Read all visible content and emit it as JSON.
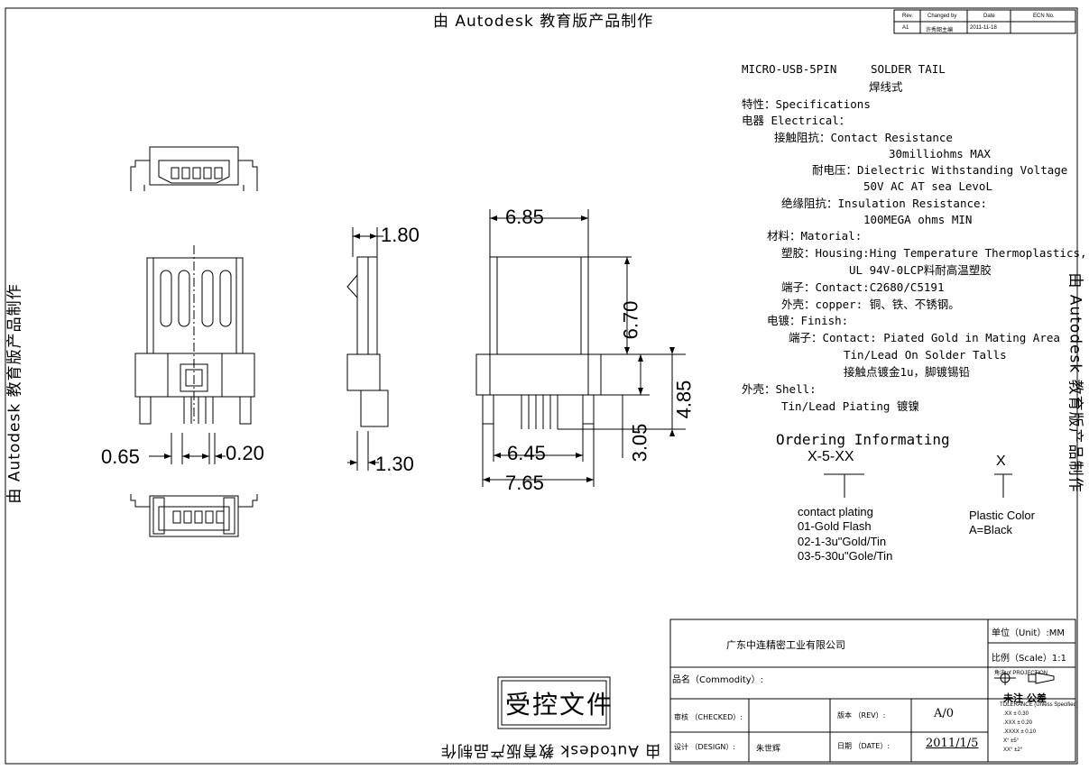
{
  "watermark": {
    "top": "由 Autodesk 教育版产品制作",
    "bottom": "由 Autodesk 教育版产品制作",
    "left": "由 Autodesk 教育版产品制作",
    "right": "由 Autodesk 教育版产品制作"
  },
  "revision_table": {
    "headers": [
      "Rev.",
      "Changed by",
      "Date",
      "ECN No."
    ],
    "row": [
      "A1",
      "许秀韶主编",
      "2011-11-18",
      ""
    ]
  },
  "spec": {
    "title_1": "MICRO-USB-5PIN",
    "title_2": "SOLDER TAIL",
    "title_3": "焊线式",
    "lines": [
      "特性：Specifications",
      "电器 Electrical：",
      "接触阻抗：Contact Resistance",
      "30milliohms MAX",
      "耐电压：Dielectric  Withstanding Voltage",
      "50V AC AT sea LevoL",
      "绝缘阻抗：Insulation    Resistance:",
      "100MEGA  ohms MIN",
      "材料：Matorial:",
      "塑胶：Housing:Hing  Temperature Thermoplastics,",
      "UL 94V-0LCP料耐高温塑胶",
      "端子：Contact:C2680/C5191",
      "外壳：copper: 铜、铁、不锈钢。",
      "电镀：Finish:",
      "端子：Contact: Piated Gold  in  Mating  Area",
      "Tin/Lead On Solder Talls",
      "接触点镀金1u，脚镀锡铅",
      "外壳：Shell:",
      "Tin/Lead  Piating     镀镍"
    ]
  },
  "ordering": {
    "title": "Ordering  Informating",
    "code": "X-5-XX",
    "color_code": "X",
    "plating_lines": [
      "contact  plating",
      "01-Gold Flash",
      "02-1-3u\"Gold/Tin",
      "03-5-30u\"Gole/Tin"
    ],
    "color_lines": [
      "Plastic Color",
      "A=Black"
    ]
  },
  "dimensions": {
    "d180": "1.80",
    "d685": "6.85",
    "d670": "6.70",
    "d485": "4.85",
    "d305": "3.05",
    "d645": "6.45",
    "d765": "7.65",
    "d065": "0.65",
    "d020": "0.20",
    "d130": "1.30"
  },
  "stamp": "受控文件",
  "title_block": {
    "company": "广东中连精密工业有限公司",
    "unit": "单位（Unit）:MM",
    "scale": "比例（Scale）1:1",
    "projection": "角法 of PROJECTION",
    "tolerance_title": "未注 公差",
    "tolerance_sub": "TOLERANCE (Unless Specified)",
    "tolerances": [
      ".XX   ± 0.30",
      ".XXX  ± 0.20",
      ".XXXX ± 0.10",
      "X°    ±5°",
      "XX°   ±2°"
    ],
    "commodity_label": "品名（Commodity）:",
    "checked_label": "审核 （CHECKED）:",
    "design_label": "设计 （DESIGN）:",
    "designer": "朱世辉",
    "rev_label": "版本 （REV）:",
    "rev_value": "A/0",
    "date_label": "日期 （DATE）:",
    "date_value": "2011/1/5"
  }
}
